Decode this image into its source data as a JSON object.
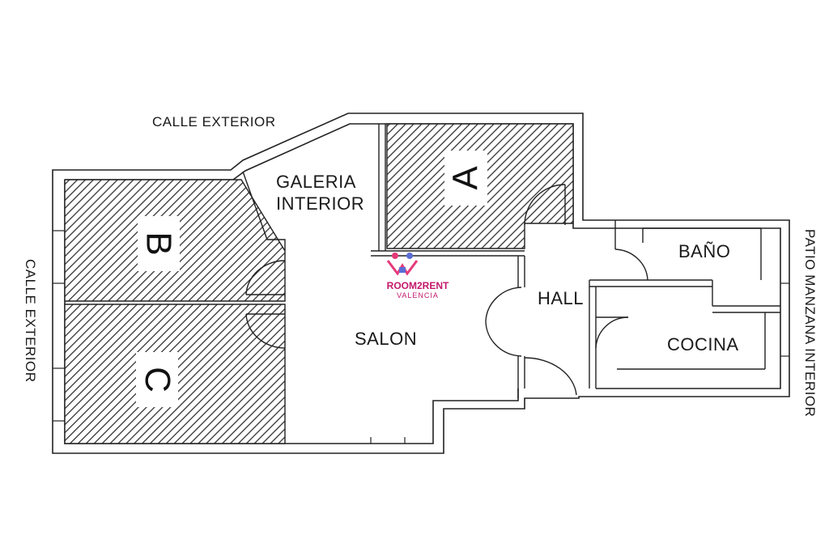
{
  "streets": {
    "top": "CALLE EXTERIOR",
    "left": "CALLE EXTERIOR",
    "right": "PATIO MANZANA INTERIOR"
  },
  "rooms": {
    "galeria_line1": "GALERIA",
    "galeria_line2": "INTERIOR",
    "salon": "SALON",
    "hall": "HALL",
    "bano": "BAÑO",
    "cocina": "COCINA"
  },
  "bedrooms": {
    "a": "A",
    "b": "B",
    "c": "C"
  },
  "logo": {
    "name": "ROOM2RENT",
    "city": "VALENCIA",
    "color": "#c2186b"
  },
  "colors": {
    "wall": "#222222",
    "hatch": "#333333",
    "background": "#ffffff"
  }
}
